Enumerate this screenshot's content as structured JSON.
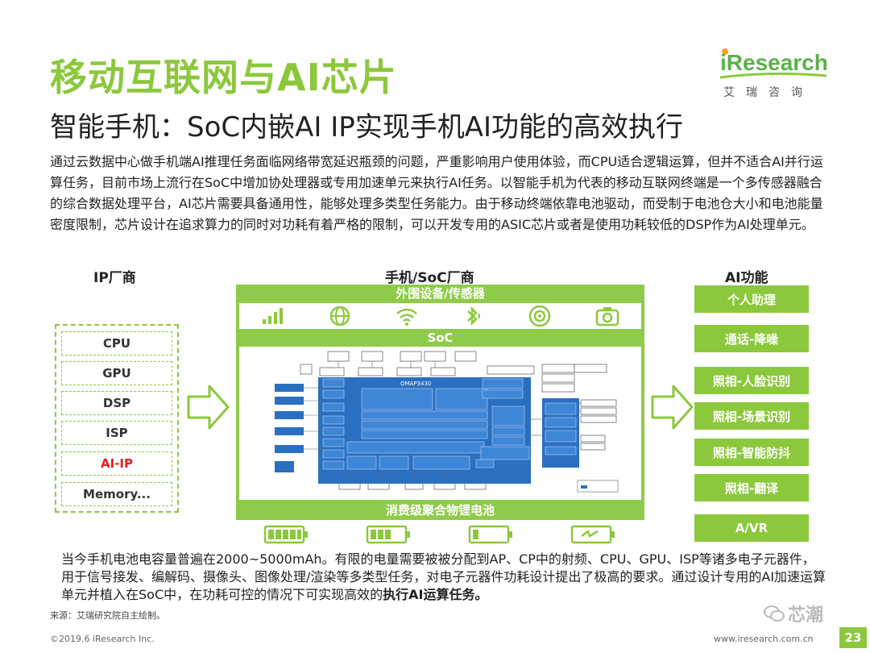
{
  "header": {
    "title": "移动互联网与AI芯片",
    "subtitle": "智能手机：SoC内嵌AI IP实现手机AI功能的高效执行"
  },
  "logo": {
    "word": "iResearch",
    "cn": "艾瑞咨询"
  },
  "intro": "通过云数据中心做手机端AI推理任务面临网络带宽延迟瓶颈的问题，严重影响用户使用体验，而CPU适合逻辑运算，但并不适合AI并行运算任务，目前市场上流行在SoC中增加协处理器或专用加速单元来执行AI任务。以智能手机为代表的移动互联网终端是一个多传感器融合的综合数据处理平台，AI芯片需要具备通用性，能够处理多类型任务能力。由于移动终端依靠电池驱动，而受制于电池仓大小和电池能量密度限制，芯片设计在追求算力的同时对功耗有着严格的限制，可以开发专用的ASIC芯片或者是使用功耗较低的DSP作为AI处理单元。",
  "columns": {
    "ip": "IP厂商",
    "soc": "手机/SoC厂商",
    "ai": "AI功能"
  },
  "ip_items": [
    "CPU",
    "GPU",
    "DSP",
    "ISP",
    "AI-IP",
    "Memory..."
  ],
  "soc": {
    "peripherals_label": "外围设备/传感器",
    "soc_label": "SoC",
    "battery_label": "消费级聚合物锂电池",
    "sensor_icons": [
      "signal-icon",
      "globe-icon",
      "wifi-icon",
      "bluetooth-icon",
      "speaker-icon",
      "camera-icon"
    ],
    "chip_name": "OMAP3430"
  },
  "ai_items": [
    "个人助理",
    "通话-降噪",
    "照相-人脸识别",
    "照相-场景识别",
    "照相-智能防抖",
    "照相-翻译",
    "A/VR"
  ],
  "bottom": {
    "text": "当今手机电池电容量普遍在2000~5000mAh。有限的电量需要被被分配到AP、CP中的射频、CPU、GPU、ISP等诸多电子元器件，用于信号接发、编解码、摄像头、图像处理/渲染等多类型任务，对电子元器件功耗设计提出了极高的要求。通过设计专用的AI加速运算单元并植入在SoC中，在功耗可控的情况下可实现高效的",
    "bold": "执行AI运算任务。"
  },
  "source": "来源：艾瑞研究院自主绘制。",
  "footer": {
    "copyright": "©2019.6 iResearch Inc.",
    "website": "www.iresearch.com.cn",
    "page": "23",
    "watermark": "芯潮"
  },
  "colors": {
    "brand_green": "#8cc83c",
    "chip_blue": "#2a6fc0",
    "highlight_red": "#e02020"
  }
}
